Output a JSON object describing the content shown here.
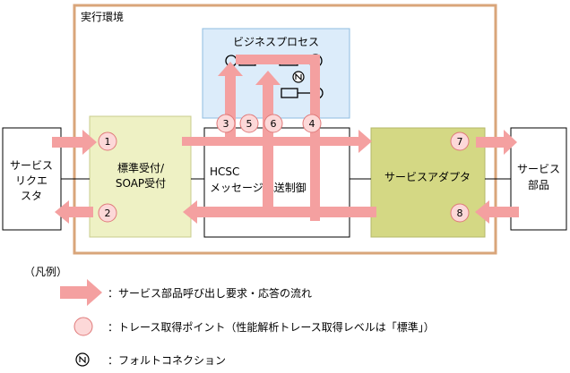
{
  "environment": {
    "label": "実行環境"
  },
  "business_process": {
    "label": "ビジネスプロセス"
  },
  "service_requester": {
    "label_line1": "サービス",
    "label_line2": "リクエ",
    "label_line3": "スタ"
  },
  "standard_receiver": {
    "label_line1": "標準受付/",
    "label_line2": "SOAP受付"
  },
  "hcsc": {
    "label_line1": "HCSC",
    "label_line2": "メッセージ配送制御"
  },
  "service_adapter": {
    "label": "サービスアダプタ"
  },
  "service_component": {
    "label_line1": "サービス",
    "label_line2": "部品"
  },
  "trace_points": [
    "1",
    "2",
    "3",
    "5",
    "6",
    "4",
    "7",
    "8"
  ],
  "legend": {
    "title": "（凡例）",
    "arrow_text": "：サービス部品呼び出し要求・応答の流れ",
    "point_text": "：トレース取得ポイント（性能解析トレース取得レベルは「標準」）",
    "fault_text": "：フォルトコネクション"
  },
  "colors": {
    "arrow": "#f4a0a0",
    "point_fill": "#fcd8d8",
    "point_stroke": "#e07a7a",
    "env_border": "#d9a57a",
    "bp_fill": "#dcecfa",
    "bp_border": "#8fbde0",
    "receiver_fill": "#eef1c4",
    "adapter_fill": "#d4d884"
  }
}
